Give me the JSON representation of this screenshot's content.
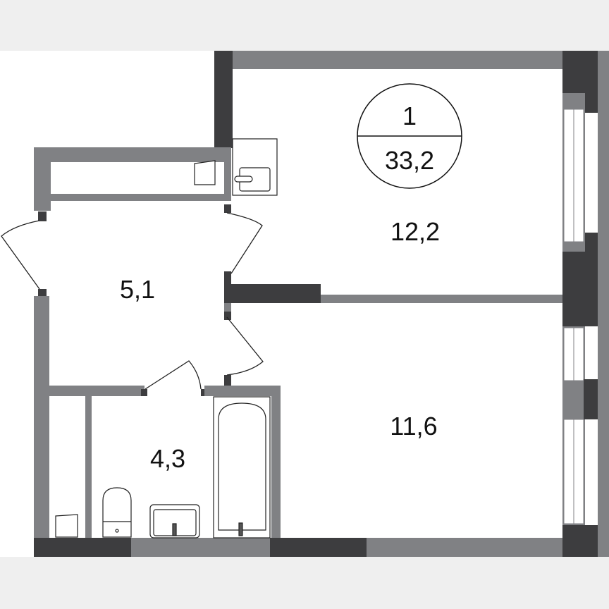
{
  "apartment": {
    "rooms_count": "1",
    "total_area": "33,2"
  },
  "rooms": [
    {
      "name": "room",
      "area": "12,2"
    },
    {
      "name": "hallway",
      "area": "5,1"
    },
    {
      "name": "room-2",
      "area": "11,6"
    },
    {
      "name": "bathroom",
      "area": "4,3"
    }
  ],
  "colors": {
    "wall_outer": "#3d3d3f",
    "wall_inner": "#808184",
    "background": "#efefef"
  }
}
